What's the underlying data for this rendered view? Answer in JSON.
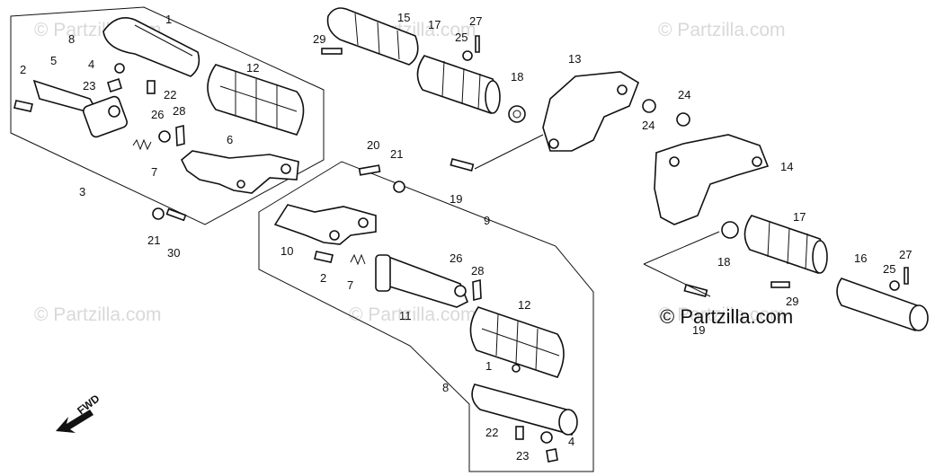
{
  "watermarks": [
    "© Partzilla.com",
    "© Partzilla.com",
    "© Partzilla.com",
    "© Partzilla.com",
    "© Partzilla.com",
    "© Partzilla.com",
    "© Partzilla.com"
  ],
  "copyright": "© Partzilla.com",
  "direction_label": "FWD",
  "callouts": {
    "c1a": "1",
    "c8a": "8",
    "c2a": "2",
    "c5": "5",
    "c4a": "4",
    "c23a": "23",
    "c22a": "22",
    "c12a": "12",
    "c26a": "26",
    "c28a": "28",
    "c6": "6",
    "c7a": "7",
    "c3": "3",
    "c21a": "21",
    "c30": "30",
    "c15": "15",
    "c17a": "17",
    "c27a": "27",
    "c25a": "25",
    "c29a": "29",
    "c18a": "18",
    "c13": "13",
    "c24a": "24",
    "c24b": "24",
    "c20": "20",
    "c21b": "21",
    "c19a": "19",
    "c9": "9",
    "c14": "14",
    "c10": "10",
    "c2b": "2",
    "c7b": "7",
    "c26b": "26",
    "c28b": "28",
    "c11": "11",
    "c12b": "12",
    "c1b": "1",
    "c8b": "8",
    "c22b": "22",
    "c4b": "4",
    "c23b": "23",
    "c17b": "17",
    "c18b": "18",
    "c16": "16",
    "c27b": "27",
    "c25b": "25",
    "c29b": "29",
    "c19b": "19"
  }
}
